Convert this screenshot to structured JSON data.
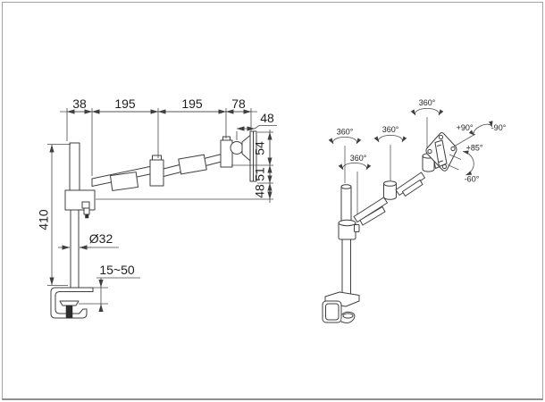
{
  "drawing": {
    "background": "#ffffff",
    "frame_color": "#a3a3a3",
    "line_color": "#3f3f3f",
    "text_color": "#1e1e1e"
  },
  "side_view": {
    "horizontal_dims": {
      "pole_offset": "38",
      "arm1_length": "195",
      "arm2_length": "195",
      "head_length": "78",
      "head_depth": "48"
    },
    "vertical_dims": {
      "plate_upper": "54",
      "plate_mid": "51",
      "plate_lower": "48",
      "pole_height": "410"
    },
    "pole_diameter": "Ø32",
    "clamp_range": "15~50"
  },
  "perspective_view": {
    "rotations": {
      "pole_top": "360°",
      "pole_base": "360°",
      "elbow": "360°",
      "wrist": "360°"
    },
    "swivel": {
      "positive": "+90°",
      "negative": "-90°"
    },
    "tilt": {
      "up": "+85°",
      "down": "-60°"
    }
  }
}
